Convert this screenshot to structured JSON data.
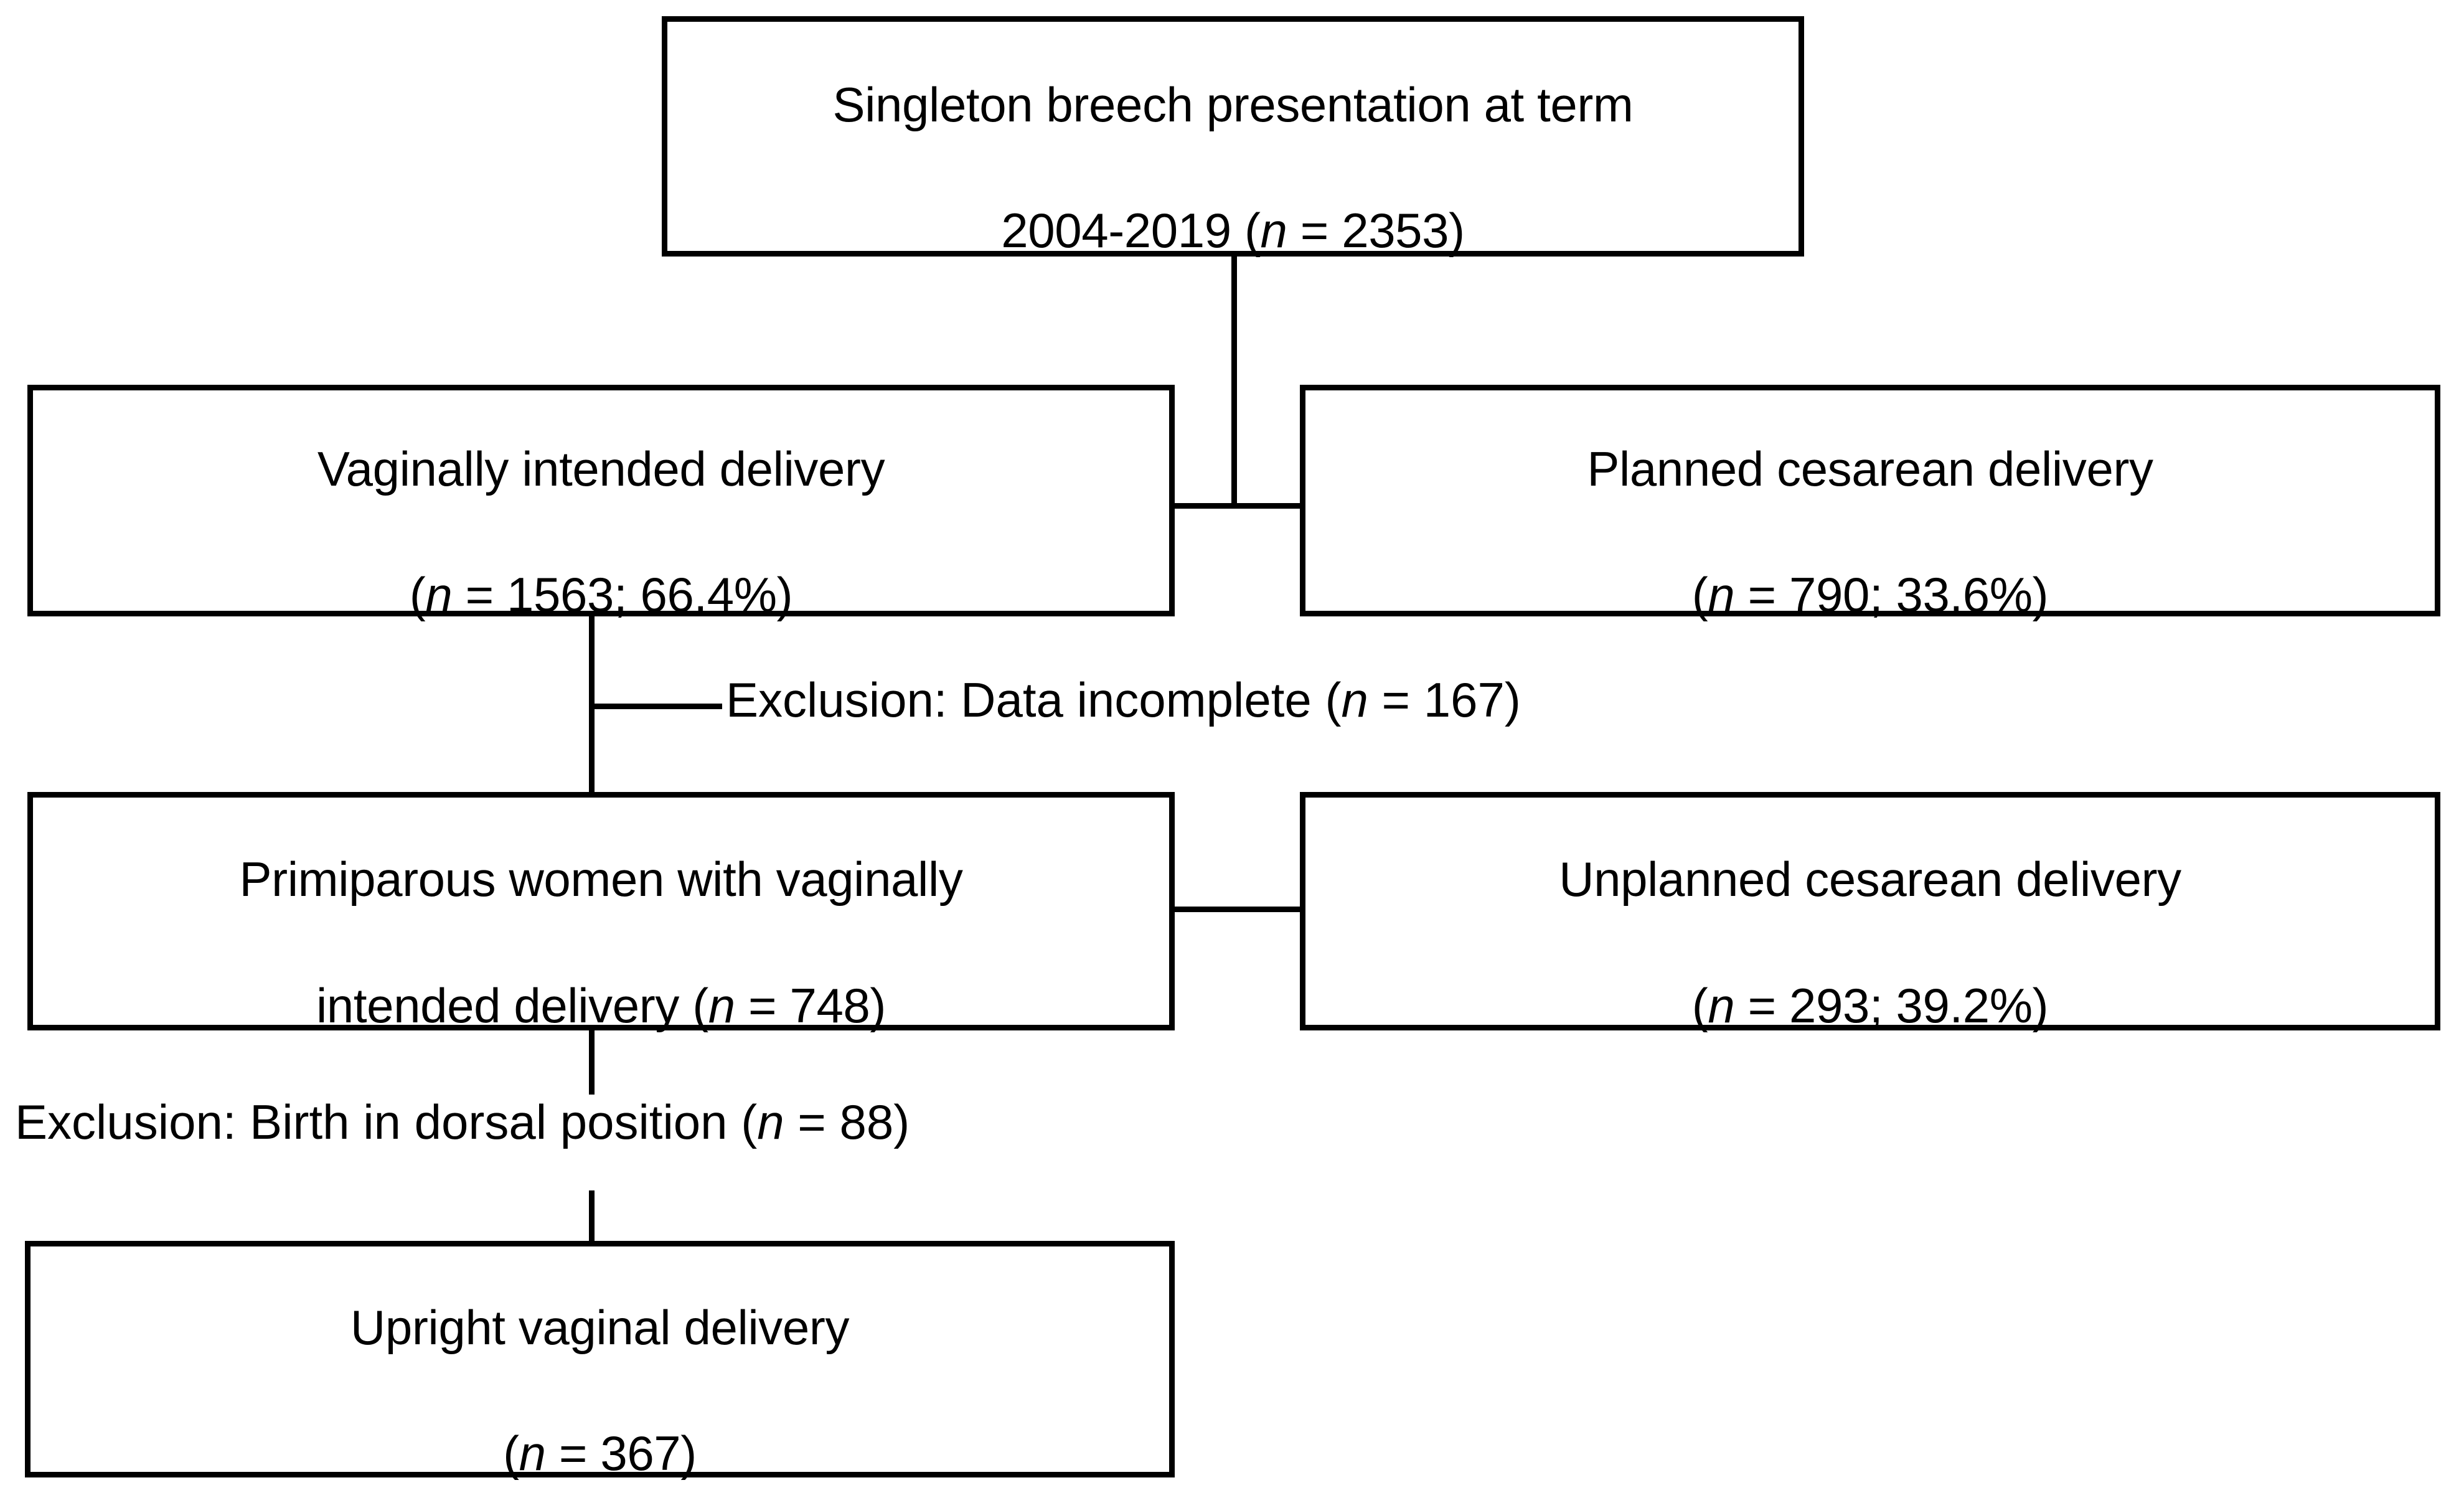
{
  "figure": {
    "type": "flowchart",
    "orientation": "top-down",
    "background_color": "#ffffff",
    "line_color": "#000000",
    "text_color": "#000000"
  },
  "nodes": {
    "cohort": {
      "id": "cohort",
      "line1": "Singleton breech presentation at term",
      "line2_prefix": "2004-2019 (",
      "line2_var": "n",
      "line2_suffix": " = 2353)",
      "n": 2353,
      "text": "Singleton breech presentation at term\n2004-2019 (n = 2353)"
    },
    "vaginally_intended": {
      "id": "vaginally-intended-delivery",
      "line1": "Vaginally intended delivery",
      "line2_prefix": "(",
      "line2_var": "n",
      "line2_suffix": " = 1563; 66.4%)",
      "n": 1563,
      "percent": "66.4%",
      "text": "Vaginally intended delivery\n(n = 1563; 66.4%)"
    },
    "planned_cesarean": {
      "id": "planned-cesarean-delivery",
      "line1": "Planned cesarean delivery",
      "line2_prefix": "(",
      "line2_var": "n",
      "line2_suffix": " = 790; 33.6%)",
      "n": 790,
      "percent": "33.6%",
      "text": "Planned cesarean delivery\n(n = 790; 33.6%)"
    },
    "primiparous": {
      "id": "primiparous-women-vaginally-intended",
      "line1": "Primiparous women with vaginally",
      "line2_prefix": "intended delivery (",
      "line2_var": "n",
      "line2_suffix": " = 748)",
      "n": 748,
      "text": "Primiparous women with vaginally\nintended delivery (n = 748)"
    },
    "unplanned_cesarean": {
      "id": "unplanned-cesarean-delivery",
      "line1": "Unplanned cesarean delivery",
      "line2_prefix": "(",
      "line2_var": "n",
      "line2_suffix": " = 293; 39.2%)",
      "n": 293,
      "percent": "39.2%",
      "text": "Unplanned cesarean delivery\n(n = 293; 39.2%)"
    },
    "upright_vaginal": {
      "id": "upright-vaginal-delivery",
      "line1": "Upright vaginal delivery",
      "line2_prefix": "(",
      "line2_var": "n",
      "line2_suffix": " = 367)",
      "n": 367,
      "text": "Upright vaginal delivery\n(n = 367)"
    }
  },
  "exclusions": [
    {
      "id": "exclusion-data-incomplete",
      "prefix": "Exclusion: Data incomplete (",
      "var": "n",
      "suffix": " = 167)",
      "n": 167,
      "text": "Exclusion: Data incomplete (n = 167)"
    },
    {
      "id": "exclusion-birth-dorsal-position",
      "prefix": "Exclusion: Birth in dorsal position (",
      "var": "n",
      "suffix": " = 88)",
      "n": 88,
      "text": "Exclusion: Birth in dorsal position (n = 88)"
    }
  ]
}
